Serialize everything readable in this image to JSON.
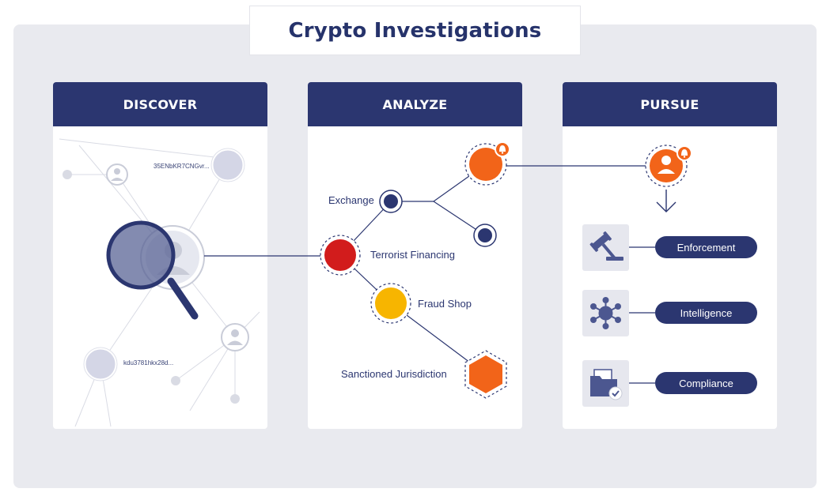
{
  "title": "Crypto Investigations",
  "panels": {
    "discover": {
      "header": "DISCOVER",
      "address_top": "35ENbKR7CNGvr...",
      "address_bottom": "kdu3781hkx28d..."
    },
    "analyze": {
      "header": "ANALYZE",
      "nodes": {
        "exchange": "Exchange",
        "terrorist_financing": "Terrorist Financing",
        "fraud_shop": "Fraud Shop",
        "sanctioned_jurisdiction": "Sanctioned Jurisdiction"
      }
    },
    "pursue": {
      "header": "PURSUE",
      "actions": [
        {
          "label": "Enforcement",
          "icon": "gavel-icon"
        },
        {
          "label": "Intelligence",
          "icon": "network-icon"
        },
        {
          "label": "Compliance",
          "icon": "folder-check-icon"
        }
      ]
    }
  },
  "colors": {
    "navy": "#2b3670",
    "orange": "#f26419",
    "red": "#d21c1c",
    "yellow": "#f7b500",
    "light_gray": "#e9eaef"
  }
}
